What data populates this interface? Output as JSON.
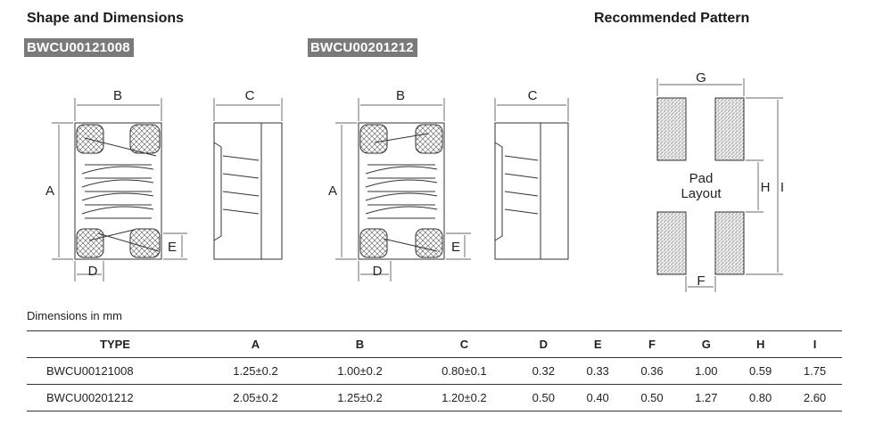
{
  "headings": {
    "shape": "Shape and Dimensions",
    "pattern": "Recommended Pattern"
  },
  "parts": {
    "part1": "BWCU00121008",
    "part2": "BWCU00201212"
  },
  "drawing_labels": {
    "A": "A",
    "B": "B",
    "C": "C",
    "D": "D",
    "E": "E",
    "F": "F",
    "G": "G",
    "H": "H",
    "I": "I",
    "pad_line1": "Pad",
    "pad_line2": "Layout"
  },
  "table": {
    "caption": "Dimensions in mm",
    "headers": [
      "TYPE",
      "A",
      "B",
      "C",
      "D",
      "E",
      "F",
      "G",
      "H",
      "I"
    ],
    "rows": [
      [
        "BWCU00121008",
        "1.25±0.2",
        "1.00±0.2",
        "0.80±0.1",
        "0.32",
        "0.33",
        "0.36",
        "1.00",
        "0.59",
        "1.75"
      ],
      [
        "BWCU00201212",
        "2.05±0.2",
        "1.25±0.2",
        "1.20±0.2",
        "0.50",
        "0.40",
        "0.50",
        "1.27",
        "0.80",
        "2.60"
      ]
    ]
  }
}
